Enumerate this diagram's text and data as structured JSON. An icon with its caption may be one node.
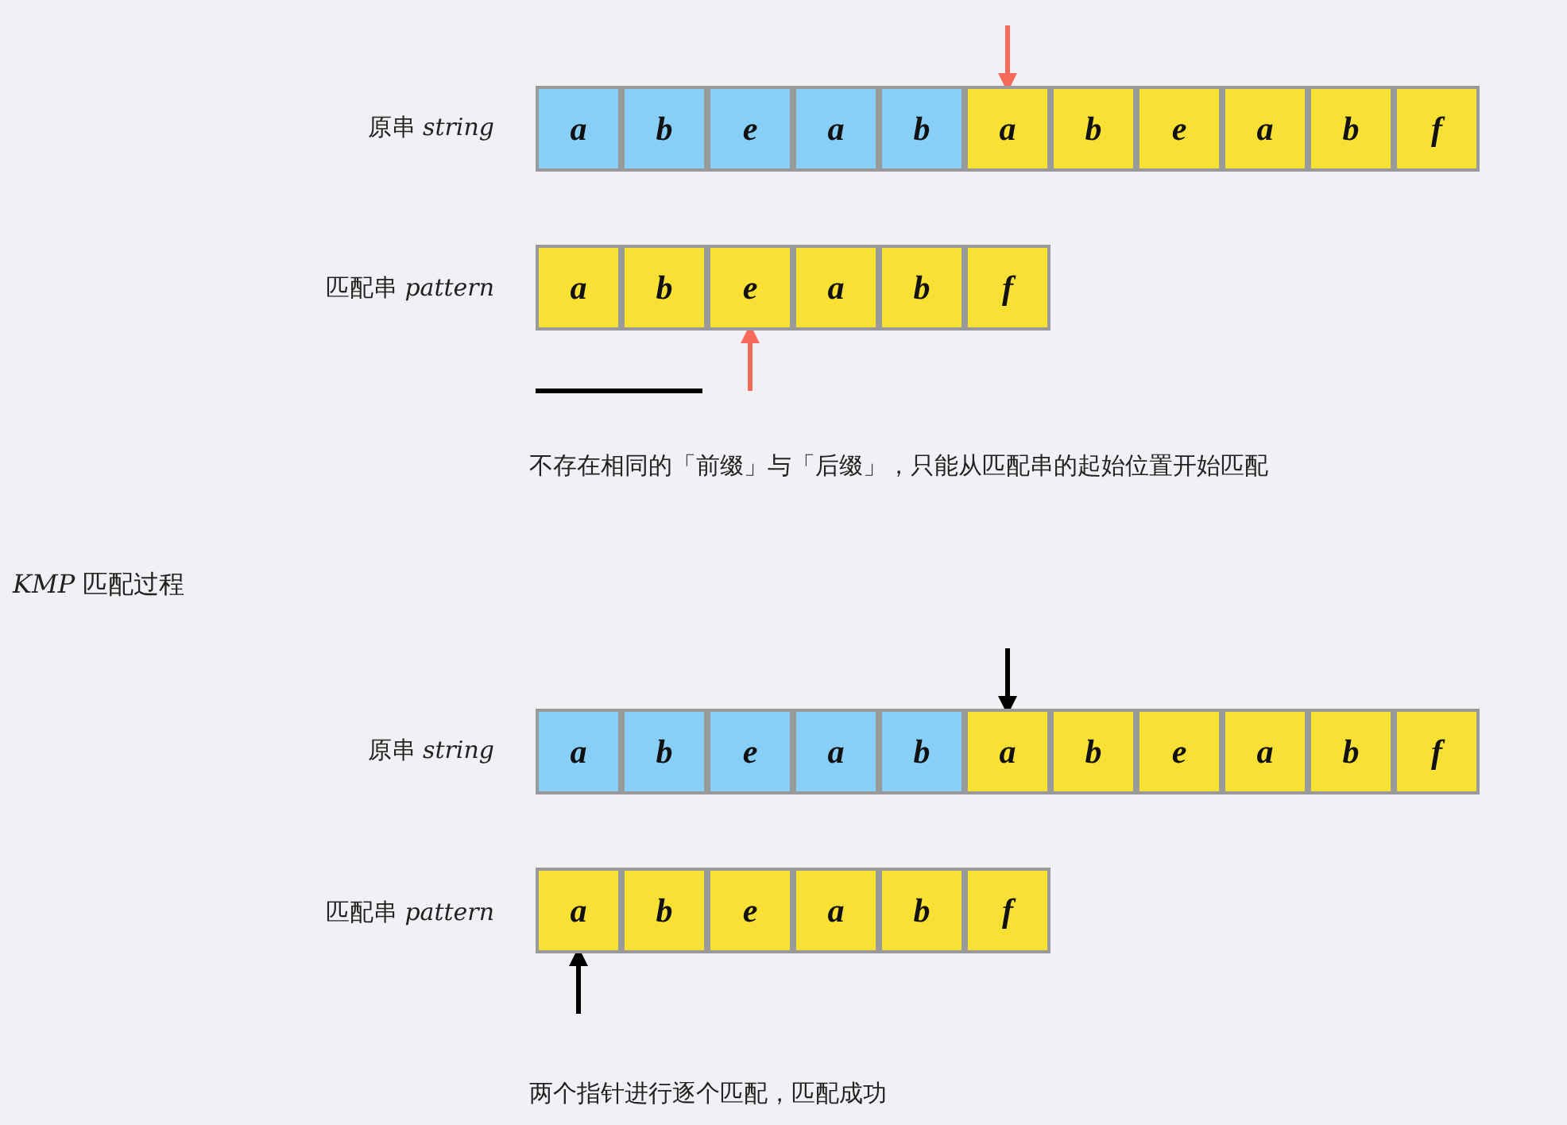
{
  "diagram": {
    "title": "*KMP* 匹配过程",
    "nodes": [
      {
        "text": [
          "a"
        ]
      },
      {
        "text": [
          "b"
        ]
      },
      {
        "text": [
          "e"
        ]
      },
      {
        "text": [
          "a"
        ]
      },
      {
        "text": [
          "b"
        ]
      },
      {
        "text": [
          "a"
        ]
      },
      {
        "text": [
          "b"
        ]
      },
      {
        "text": [
          "e"
        ]
      },
      {
        "text": [
          "a"
        ]
      },
      {
        "text": [
          "b"
        ]
      },
      {
        "text": [
          "f"
        ]
      },
      {
        "text": [
          "a"
        ]
      },
      {
        "text": [
          "b"
        ]
      },
      {
        "text": [
          "e"
        ]
      },
      {
        "text": [
          "a"
        ]
      },
      {
        "text": [
          "b"
        ]
      },
      {
        "text": [
          "f"
        ]
      },
      {
        "text": [
          "a"
        ]
      },
      {
        "text": [
          "b"
        ]
      },
      {
        "text": [
          "e"
        ]
      },
      {
        "text": [
          "a"
        ]
      },
      {
        "text": [
          "b"
        ]
      },
      {
        "text": [
          "a"
        ]
      },
      {
        "text": [
          "b"
        ]
      },
      {
        "text": [
          "e"
        ]
      },
      {
        "text": [
          "a"
        ]
      },
      {
        "text": [
          "b"
        ]
      },
      {
        "text": [
          "f"
        ]
      },
      {
        "text": [
          "a"
        ]
      },
      {
        "text": [
          "b"
        ]
      },
      {
        "text": [
          "e"
        ]
      },
      {
        "text": [
          "a"
        ]
      },
      {
        "text": [
          "b"
        ]
      },
      {
        "text": [
          "f"
        ]
      }
    ],
    "edges": [
      {
        "from": null,
        "to": 5,
        "arrow": "to",
        "color": "#f7695a"
      },
      {
        "from": null,
        "to": 13,
        "arrow": "to",
        "color": "#f7695a"
      },
      {
        "from": null,
        "to": 22,
        "arrow": "to",
        "color": "#000000"
      },
      {
        "from": null,
        "to": 28,
        "arrow": "to",
        "color": "#000000"
      }
    ],
    "labels": [
      "原串 *string*",
      "匹配串 *pattern*",
      "不存在相同的「前缀」与「后缀」，只能从匹配串的起始位置开始匹配",
      "原串 *string*",
      "匹配串 *pattern*",
      "两个指针进行逐个匹配，匹配成功"
    ]
  }
}
